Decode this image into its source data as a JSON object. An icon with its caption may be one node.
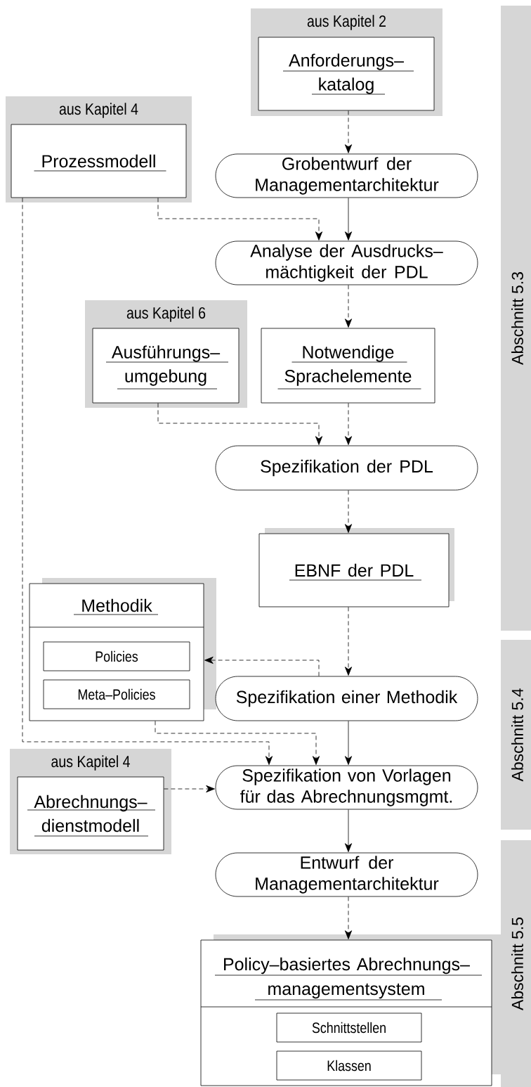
{
  "diagram": {
    "nodes": [
      {
        "text": [
          "aus Kapitel 2"
        ]
      },
      {
        "text": [
          "Anforderungs– katalog"
        ],
        "in": 0
      },
      {
        "text": [
          "aus Kapitel 4"
        ]
      },
      {
        "text": [
          "Prozessmodell"
        ],
        "in": 2
      },
      {
        "text": [
          "Grobentwurf der Managementarchitektur"
        ]
      },
      {
        "text": [
          "Analyse der Ausdrucks– mächtigkeit der PDL"
        ]
      },
      {
        "text": [
          "aus Kapitel 6"
        ]
      },
      {
        "text": [
          "Ausführungs– umgebung"
        ],
        "in": 6
      },
      {
        "text": [
          "Notwendige Sprachelemente"
        ]
      },
      {
        "text": [
          "Spezifikation der PDL"
        ]
      },
      {
        "text": [
          "EBNF der PDL"
        ]
      },
      {
        "text": [
          "Methodik"
        ]
      },
      {
        "text": [
          "Policies"
        ],
        "in": 11
      },
      {
        "text": [
          "Meta–Policies"
        ],
        "in": 11
      },
      {
        "text": [
          "Spezifikation einer Methodik"
        ]
      },
      {
        "text": [
          "aus Kapitel 4"
        ]
      },
      {
        "text": [
          "Abrechnungs– dienstmodell"
        ],
        "in": 15
      },
      {
        "text": [
          "Spezifikation von Vorlagen für das Abrechnungsmgmt."
        ]
      },
      {
        "text": [
          "Entwurf der Managementarchitektur"
        ]
      },
      {
        "text": [
          "Policy–basiertes Abrechnungs– managementsystem"
        ]
      },
      {
        "text": [
          "Schnittstellen"
        ],
        "in": 19
      },
      {
        "text": [
          "Klassen"
        ],
        "in": 19
      },
      {
        "text": [
          "Abschnitt 5.3"
        ]
      },
      {
        "text": [
          "Abschnitt 5.4"
        ]
      },
      {
        "text": [
          "Abschnitt 5.5"
        ]
      }
    ],
    "edges": [
      {
        "from": 1,
        "to": 4,
        "arrow": "to",
        "style": "dashed"
      },
      {
        "from": 4,
        "to": 5,
        "arrow": "to"
      },
      {
        "from": 3,
        "to": 5,
        "arrow": "to",
        "style": "dashed"
      },
      {
        "from": 5,
        "to": 8,
        "arrow": "to",
        "style": "dashed"
      },
      {
        "from": 7,
        "to": 9,
        "arrow": "to",
        "style": "dashed"
      },
      {
        "from": 8,
        "to": 9,
        "arrow": "to",
        "style": "dashed"
      },
      {
        "from": 9,
        "to": 10,
        "arrow": "to",
        "style": "dashed"
      },
      {
        "from": 10,
        "to": 14,
        "arrow": "to",
        "style": "dashed"
      },
      {
        "from": 14,
        "to": 11,
        "arrow": "to",
        "style": "dashed"
      },
      {
        "from": 14,
        "to": 17,
        "arrow": "to"
      },
      {
        "from": 11,
        "to": 17,
        "arrow": "to",
        "style": "dashed"
      },
      {
        "from": 3,
        "to": 17,
        "arrow": "to",
        "style": "dashed"
      },
      {
        "from": 16,
        "to": 17,
        "arrow": "to",
        "style": "dashed"
      },
      {
        "from": 17,
        "to": 18,
        "arrow": "to"
      },
      {
        "from": 18,
        "to": 19,
        "arrow": "to",
        "style": "dashed"
      }
    ]
  }
}
